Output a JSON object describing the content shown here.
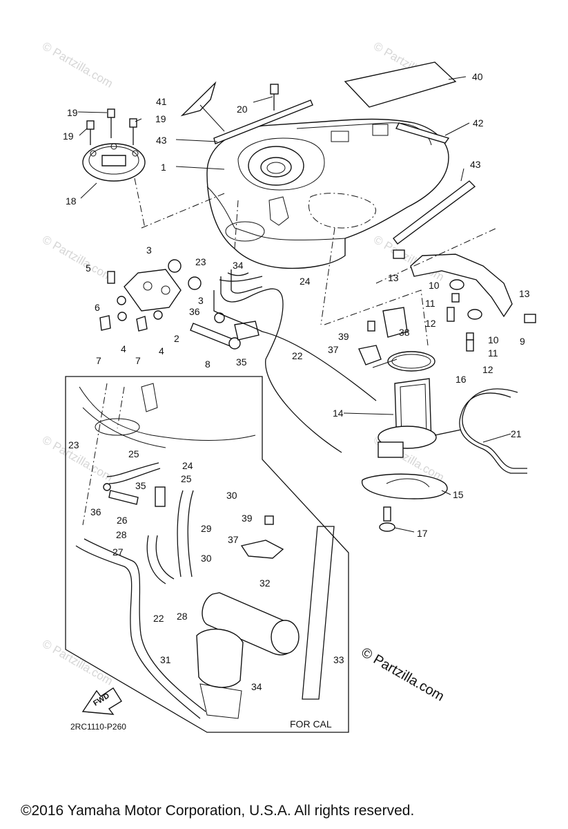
{
  "diagram": {
    "code": "2RC1110-P260",
    "inset_label": "FOR CAL",
    "fwd_label": "FWD",
    "brand_watermark": "© Partzilla.com",
    "faint_watermark": "© Partzilla.com",
    "copyright": "©2016  Yamaha Motor Corporation, U.S.A. All rights reserved.",
    "callouts": [
      {
        "id": "c1",
        "text": "1"
      },
      {
        "id": "c2",
        "text": "2"
      },
      {
        "id": "c3a",
        "text": "3"
      },
      {
        "id": "c3b",
        "text": "3"
      },
      {
        "id": "c4a",
        "text": "4"
      },
      {
        "id": "c4b",
        "text": "4"
      },
      {
        "id": "c5",
        "text": "5"
      },
      {
        "id": "c6",
        "text": "6"
      },
      {
        "id": "c7a",
        "text": "7"
      },
      {
        "id": "c7b",
        "text": "7"
      },
      {
        "id": "c8",
        "text": "8"
      },
      {
        "id": "c9",
        "text": "9"
      },
      {
        "id": "c10a",
        "text": "10"
      },
      {
        "id": "c10b",
        "text": "10"
      },
      {
        "id": "c11a",
        "text": "11"
      },
      {
        "id": "c11b",
        "text": "11"
      },
      {
        "id": "c12a",
        "text": "12"
      },
      {
        "id": "c12b",
        "text": "12"
      },
      {
        "id": "c13a",
        "text": "13"
      },
      {
        "id": "c13b",
        "text": "13"
      },
      {
        "id": "c14",
        "text": "14"
      },
      {
        "id": "c15",
        "text": "15"
      },
      {
        "id": "c16",
        "text": "16"
      },
      {
        "id": "c17",
        "text": "17"
      },
      {
        "id": "c18",
        "text": "18"
      },
      {
        "id": "c19a",
        "text": "19"
      },
      {
        "id": "c19b",
        "text": "19"
      },
      {
        "id": "c19c",
        "text": "19"
      },
      {
        "id": "c20",
        "text": "20"
      },
      {
        "id": "c21",
        "text": "21"
      },
      {
        "id": "c22a",
        "text": "22"
      },
      {
        "id": "c22b",
        "text": "22"
      },
      {
        "id": "c23a",
        "text": "23"
      },
      {
        "id": "c23b",
        "text": "23"
      },
      {
        "id": "c24a",
        "text": "24"
      },
      {
        "id": "c24b",
        "text": "24"
      },
      {
        "id": "c25a",
        "text": "25"
      },
      {
        "id": "c25b",
        "text": "25"
      },
      {
        "id": "c26",
        "text": "26"
      },
      {
        "id": "c27",
        "text": "27"
      },
      {
        "id": "c28a",
        "text": "28"
      },
      {
        "id": "c28b",
        "text": "28"
      },
      {
        "id": "c29",
        "text": "29"
      },
      {
        "id": "c30a",
        "text": "30"
      },
      {
        "id": "c30b",
        "text": "30"
      },
      {
        "id": "c31",
        "text": "31"
      },
      {
        "id": "c32",
        "text": "32"
      },
      {
        "id": "c33",
        "text": "33"
      },
      {
        "id": "c34a",
        "text": "34"
      },
      {
        "id": "c34b",
        "text": "34"
      },
      {
        "id": "c35a",
        "text": "35"
      },
      {
        "id": "c35b",
        "text": "35"
      },
      {
        "id": "c36a",
        "text": "36"
      },
      {
        "id": "c36b",
        "text": "36"
      },
      {
        "id": "c37a",
        "text": "37"
      },
      {
        "id": "c37b",
        "text": "37"
      },
      {
        "id": "c38",
        "text": "38"
      },
      {
        "id": "c39a",
        "text": "39"
      },
      {
        "id": "c39b",
        "text": "39"
      },
      {
        "id": "c40",
        "text": "40"
      },
      {
        "id": "c41",
        "text": "41"
      },
      {
        "id": "c42",
        "text": "42"
      },
      {
        "id": "c43a",
        "text": "43"
      },
      {
        "id": "c43b",
        "text": "43"
      }
    ]
  }
}
